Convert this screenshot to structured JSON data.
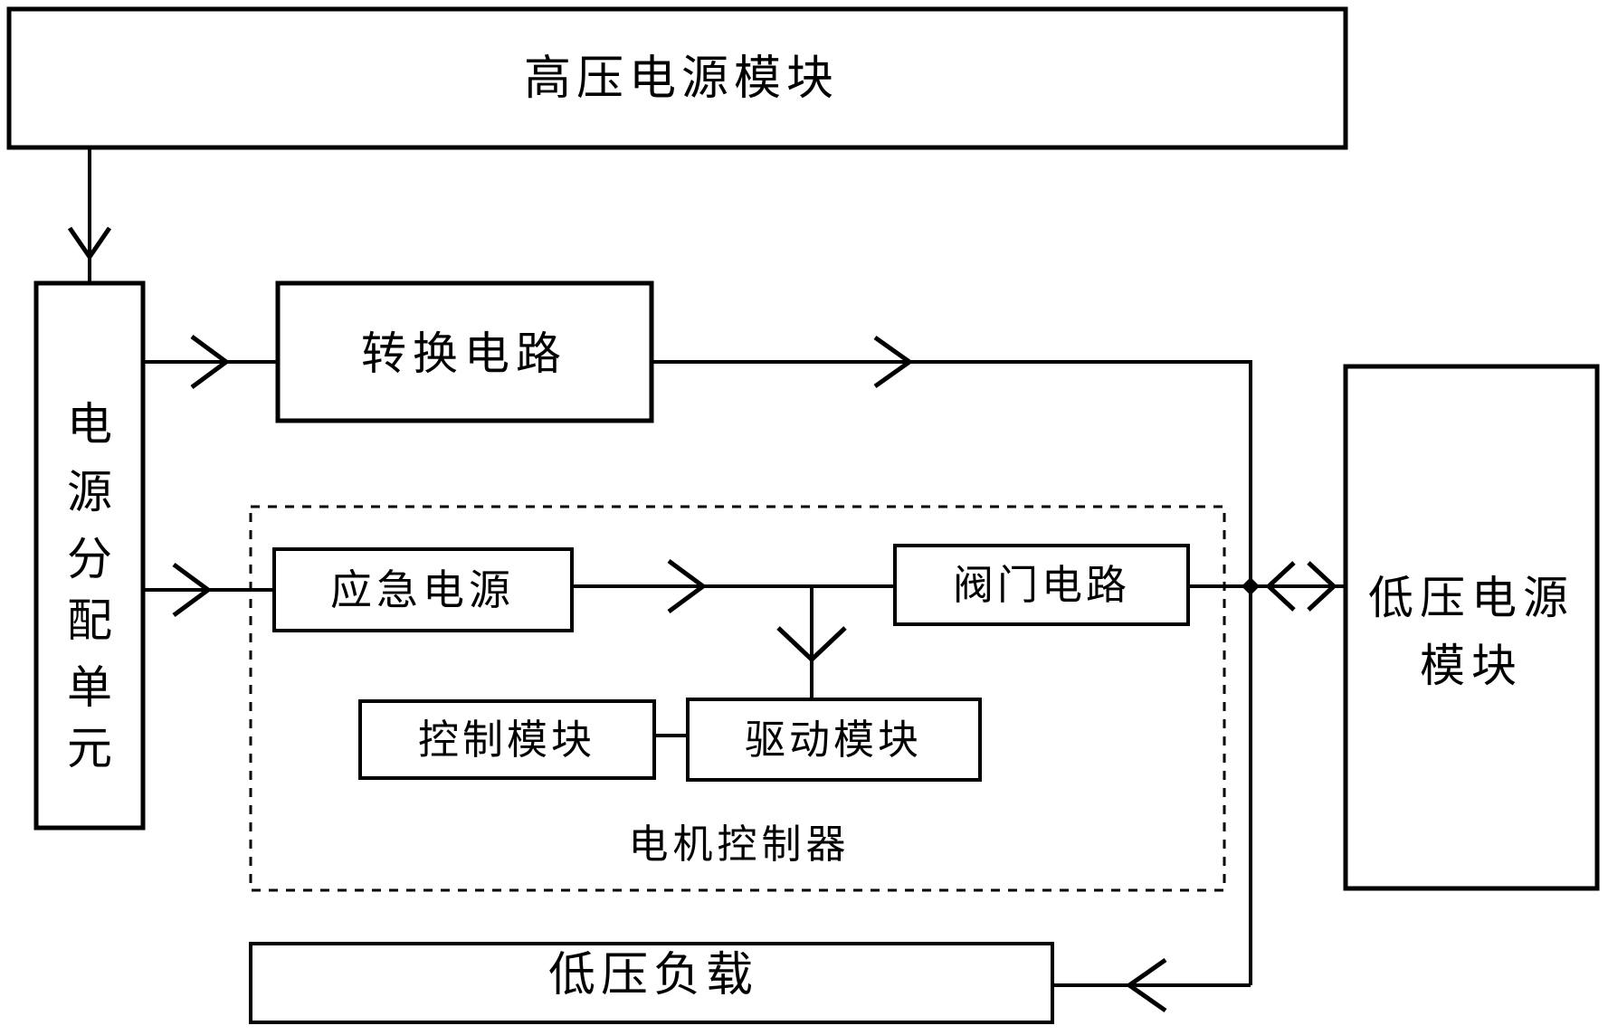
{
  "diagram": {
    "background": "#ffffff",
    "stroke_color": "#000000",
    "nodes": {
      "high_voltage_module": {
        "label": "高压电源模块"
      },
      "power_distribution_unit": {
        "label": "电源分配单元",
        "chars": [
          "电",
          "源",
          "分",
          "配",
          "单",
          "元"
        ]
      },
      "conversion_circuit": {
        "label": "转换电路"
      },
      "emergency_power": {
        "label": "应急电源"
      },
      "valve_circuit": {
        "label": "阀门电路"
      },
      "control_module": {
        "label": "控制模块"
      },
      "drive_module": {
        "label": "驱动模块"
      },
      "motor_controller": {
        "label": "电机控制器"
      },
      "low_voltage_module": {
        "label": "低压电源模块",
        "lines": [
          "低压电源",
          "模块"
        ]
      },
      "low_voltage_load": {
        "label": "低压负载"
      }
    }
  }
}
